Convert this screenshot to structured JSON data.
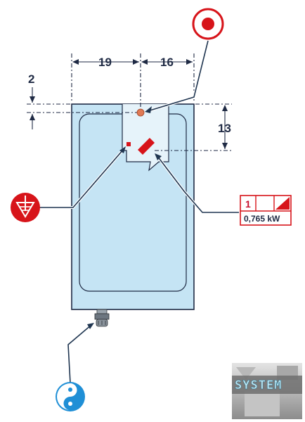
{
  "dimensions": {
    "width_left": "19",
    "width_right": "16",
    "offset_top": "2",
    "height_right": "13"
  },
  "power": {
    "phase_count": "1",
    "rating": "0,765 kW"
  },
  "logo": {
    "text": "SYSTEM"
  },
  "icons": {
    "top": "water-inlet-icon",
    "left": "equipotential-bonding-icon",
    "bottom": "drain-icon",
    "power": "electrical-connection-icon"
  },
  "colors": {
    "tank_fill": "#c5e4f4",
    "tank_stroke": "#1f2a44",
    "accent_red": "#d7141a",
    "accent_blue": "#1f8fd6",
    "leader_line": "#1f3550"
  }
}
